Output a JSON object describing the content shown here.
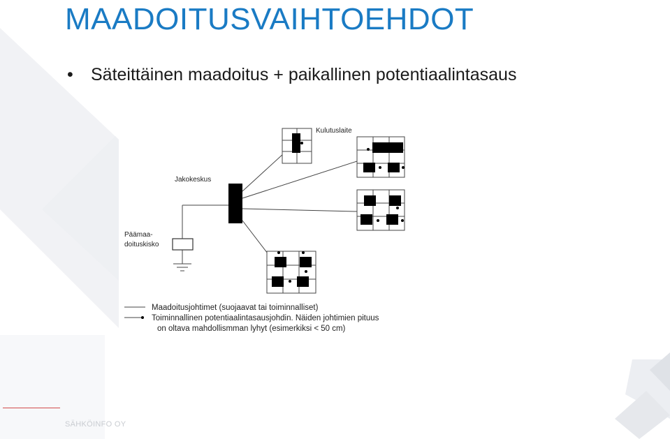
{
  "slide": {
    "title": "MAADOITUSVAIHTOEHDOT",
    "bullet": "Säteittäinen maadoitus + paikallinen potentiaalintasaus"
  },
  "diagram": {
    "label_consumer": "Kulutuslaite",
    "label_distribution": "Jakokeskus",
    "label_main_earth_line1": "Päämaa-",
    "label_main_earth_line2": "doituskisko",
    "legend": [
      "Maadoitusjohtimet (suojaavat tai toiminnalliset)",
      "Toiminnallinen potentiaalintasausjohdin. Näiden johtimien pituus",
      "on oltava mahdollismman lyhyt (esimerkiksi < 50 cm)"
    ]
  },
  "footer": {
    "company": "SÄHKÖINFO OY"
  }
}
